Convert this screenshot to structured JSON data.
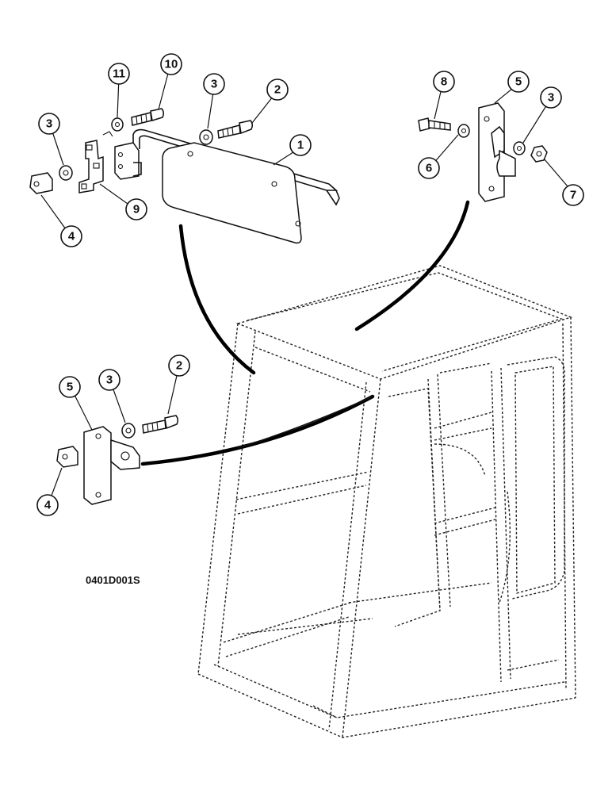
{
  "figure_code": "0401D001S",
  "callouts": [
    {
      "id": "c1",
      "label": "1"
    },
    {
      "id": "c2a",
      "label": "2"
    },
    {
      "id": "c3a",
      "label": "3"
    },
    {
      "id": "c3b",
      "label": "3"
    },
    {
      "id": "c4a",
      "label": "4"
    },
    {
      "id": "c9",
      "label": "9"
    },
    {
      "id": "c10",
      "label": "10"
    },
    {
      "id": "c11",
      "label": "11"
    },
    {
      "id": "c8",
      "label": "8"
    },
    {
      "id": "c5a",
      "label": "5"
    },
    {
      "id": "c3c",
      "label": "3"
    },
    {
      "id": "c6",
      "label": "6"
    },
    {
      "id": "c7",
      "label": "7"
    },
    {
      "id": "c5b",
      "label": "5"
    },
    {
      "id": "c3d",
      "label": "3"
    },
    {
      "id": "c2b",
      "label": "2"
    },
    {
      "id": "c4b",
      "label": "4"
    }
  ]
}
